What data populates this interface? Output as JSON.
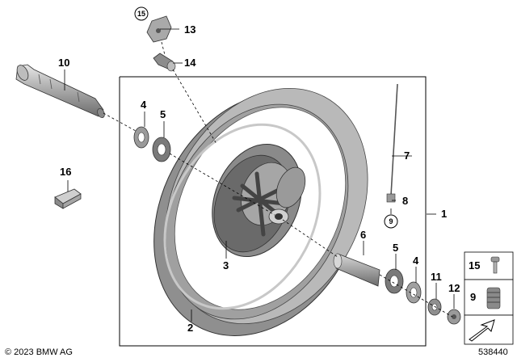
{
  "callouts": {
    "c1": "1",
    "c2": "2",
    "c3": "3",
    "c4a": "4",
    "c4b": "4",
    "c5a": "5",
    "c5b": "5",
    "c6": "6",
    "c7": "7",
    "c8": "8",
    "c9": "9",
    "c10": "10",
    "c11": "11",
    "c12": "12",
    "c13": "13",
    "c14": "14",
    "c15": "15",
    "c16": "16"
  },
  "circled": {
    "c15": "15",
    "c9": "9"
  },
  "legend": {
    "item15": "15",
    "item9": "9"
  },
  "footer": {
    "copyright": "© 2023 BMW AG",
    "part_number": "538440"
  },
  "colors": {
    "metal": "#9a9a9a",
    "metal_dark": "#5e5e5e",
    "metal_light": "#cfcfcf",
    "line": "#000000"
  }
}
